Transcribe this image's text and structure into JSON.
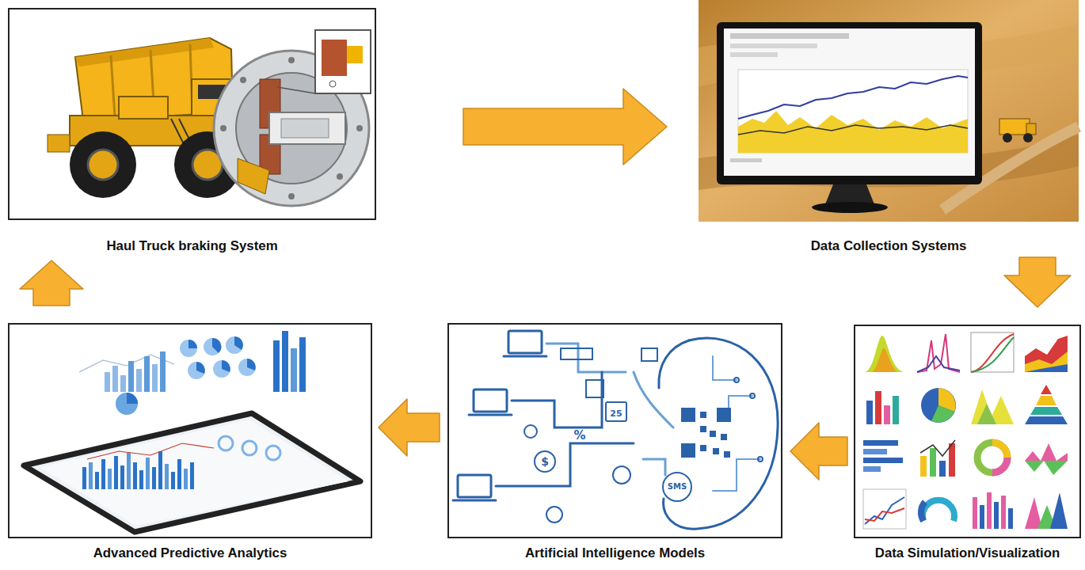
{
  "diagram": {
    "nodes": [
      {
        "text": [
          "Haul Truck braking System"
        ]
      },
      {
        "text": [
          "Data Collection Systems"
        ]
      },
      {
        "text": [
          "Data Simulation/Visualization"
        ]
      },
      {
        "text": [
          "Artificial Intelligence Models"
        ]
      },
      {
        "text": [
          "Advanced Predictive Analytics"
        ]
      }
    ],
    "edges": [
      {
        "from": 0,
        "to": 1,
        "arrow": "to"
      },
      {
        "from": 1,
        "to": 2,
        "arrow": "to"
      },
      {
        "from": 2,
        "to": 3,
        "arrow": "to"
      },
      {
        "from": 3,
        "to": 4,
        "arrow": "to"
      },
      {
        "from": 4,
        "to": 0,
        "arrow": "to"
      }
    ],
    "labels": [
      "SMS",
      "25",
      "%",
      "$"
    ]
  }
}
